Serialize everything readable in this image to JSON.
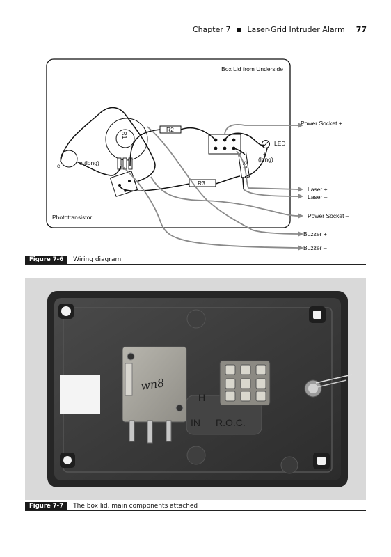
{
  "header": {
    "chapter": "Chapter 7",
    "title": "Laser-Grid Intruder Alarm",
    "page": "77"
  },
  "figure6": {
    "label": "Figure 7-6",
    "caption": "Wiring diagram",
    "panel_title": "Box Lid from Underside",
    "component_labels": {
      "r1": "R1",
      "r2": "R2",
      "r3": "R3",
      "r4": "R4",
      "led": "LED",
      "led_plus": "+",
      "led_long": "(long)",
      "c": "c",
      "e_long": "e (long)",
      "phototransistor": "Phototransistor"
    },
    "wire_labels": {
      "power_plus": "Power Socket +",
      "laser_plus": "Laser +",
      "laser_minus": "Laser –",
      "power_minus": "Power Socket –",
      "buzzer_plus": "Buzzer +",
      "buzzer_minus": "Buzzer –"
    }
  },
  "figure7": {
    "label": "Figure 7-7",
    "caption": "The box lid, main components attached",
    "photo_text": {
      "handwriting": "wn8",
      "embossed_left": "IN",
      "embossed_right": "R.O.C.",
      "embossed_h": "H"
    }
  }
}
